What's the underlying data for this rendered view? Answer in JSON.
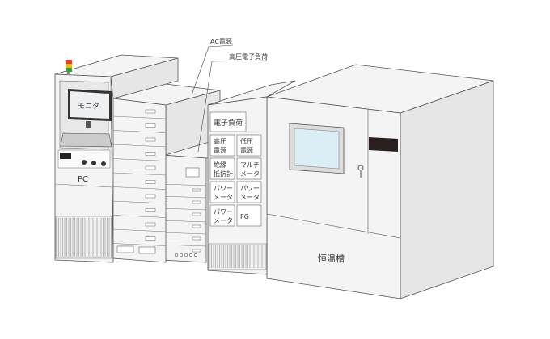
{
  "callouts": {
    "ac_power": "AC電源",
    "hv_load": "高圧電子負荷"
  },
  "pc": {
    "monitor": "モニタ",
    "label": "PC"
  },
  "instrument_rack": {
    "electronic_load": "電子負荷",
    "cells": [
      [
        "高圧",
        "電源"
      ],
      [
        "低圧",
        "電源"
      ],
      [
        "絶縁",
        "抵抗計"
      ],
      [
        "マルチ",
        "メータ"
      ],
      [
        "パワー",
        "メータ"
      ],
      [
        "パワー",
        "メータ"
      ],
      [
        "パワー",
        "メータ"
      ],
      [
        "FG",
        ""
      ]
    ]
  },
  "chamber": {
    "label": "恒温槽"
  },
  "signal_tower_colors": [
    "#e53935",
    "#f2b705",
    "#3a9b3a"
  ]
}
